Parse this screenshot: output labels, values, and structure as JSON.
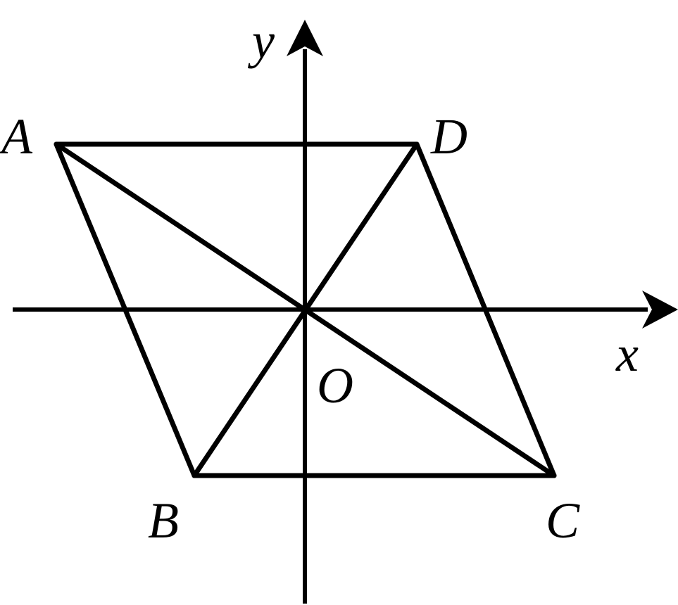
{
  "figure": {
    "axes": {
      "x_label": "x",
      "y_label": "y",
      "origin_label": "O"
    },
    "points": {
      "A": {
        "label": "A"
      },
      "B": {
        "label": "B"
      },
      "C": {
        "label": "C"
      },
      "D": {
        "label": "D"
      }
    },
    "segments": [
      "AD",
      "DC",
      "CB",
      "BA",
      "AC",
      "BD"
    ],
    "colors": {
      "ink": "#000000",
      "background": "#ffffff"
    }
  }
}
